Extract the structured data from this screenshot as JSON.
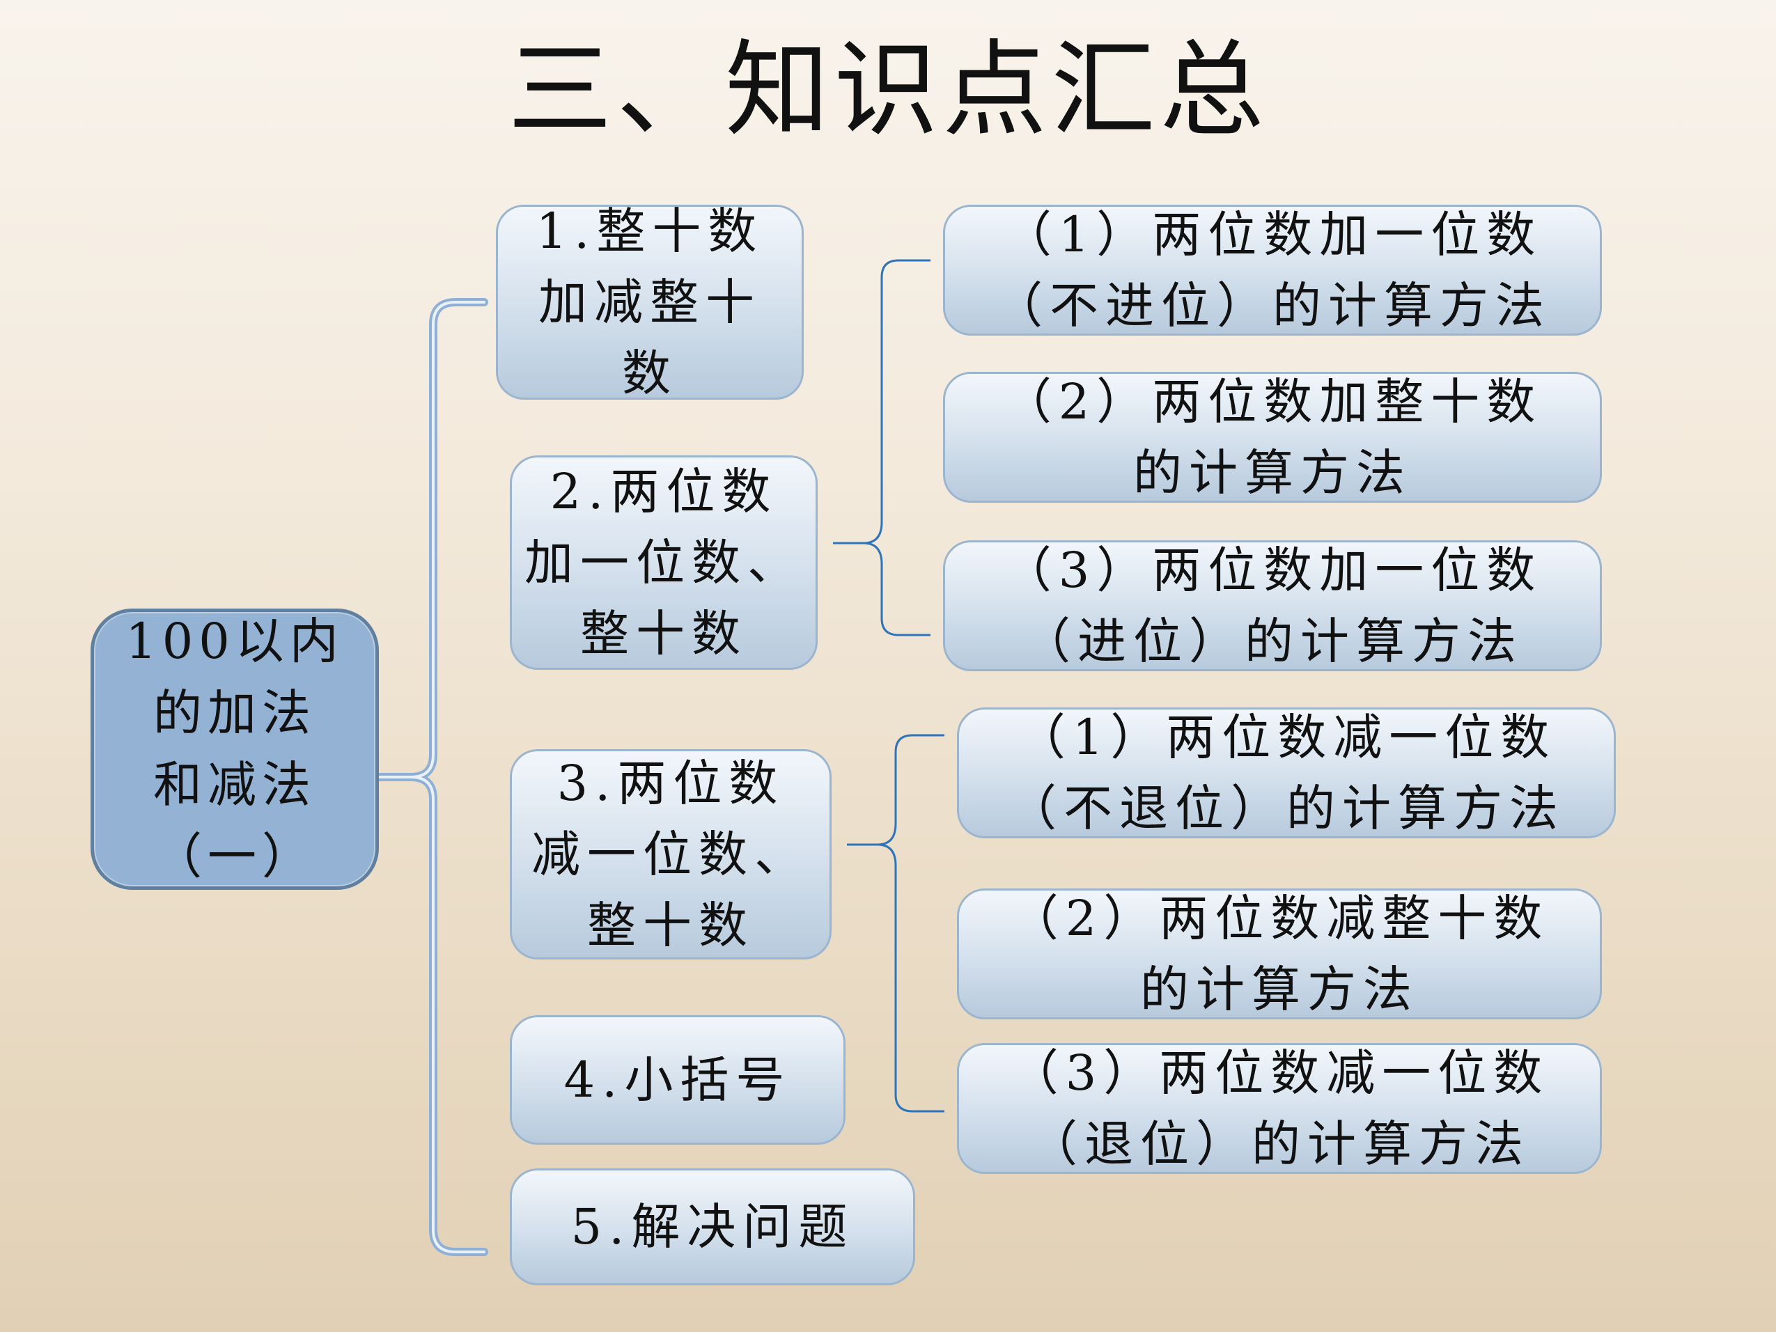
{
  "title": "三、知识点汇总",
  "root": {
    "lines": [
      "100以内",
      "的加法",
      "和减法",
      "（一）"
    ]
  },
  "topics": [
    {
      "lines": [
        "1.整十数",
        "加减整十",
        "数"
      ]
    },
    {
      "lines": [
        "2.两位数",
        "加一位数、",
        "整十数"
      ]
    },
    {
      "lines": [
        "3.两位数",
        "减一位数、",
        "整十数"
      ]
    },
    {
      "lines": [
        "4.小括号"
      ]
    },
    {
      "lines": [
        "5.解决问题"
      ]
    }
  ],
  "addition_methods": [
    {
      "lines": [
        "（1）两位数加一位数",
        "（不进位）的计算方法"
      ]
    },
    {
      "lines": [
        "（2）两位数加整十数",
        "的计算方法"
      ]
    },
    {
      "lines": [
        "（3）两位数加一位数",
        "（进位）的计算方法"
      ]
    }
  ],
  "subtraction_methods": [
    {
      "lines": [
        "（1）两位数减一位数",
        "（不退位）的计算方法"
      ]
    },
    {
      "lines": [
        "（2）两位数减整十数",
        "的计算方法"
      ]
    },
    {
      "lines": [
        "（3）两位数减一位数",
        "（退位）的计算方法"
      ]
    }
  ],
  "colors": {
    "root_fill": "#94b3d4",
    "root_border": "#61809f",
    "node_border": "#9bb5cf",
    "bracket_main": "#8fb0d4",
    "bracket_thin": "#2f73b8"
  }
}
